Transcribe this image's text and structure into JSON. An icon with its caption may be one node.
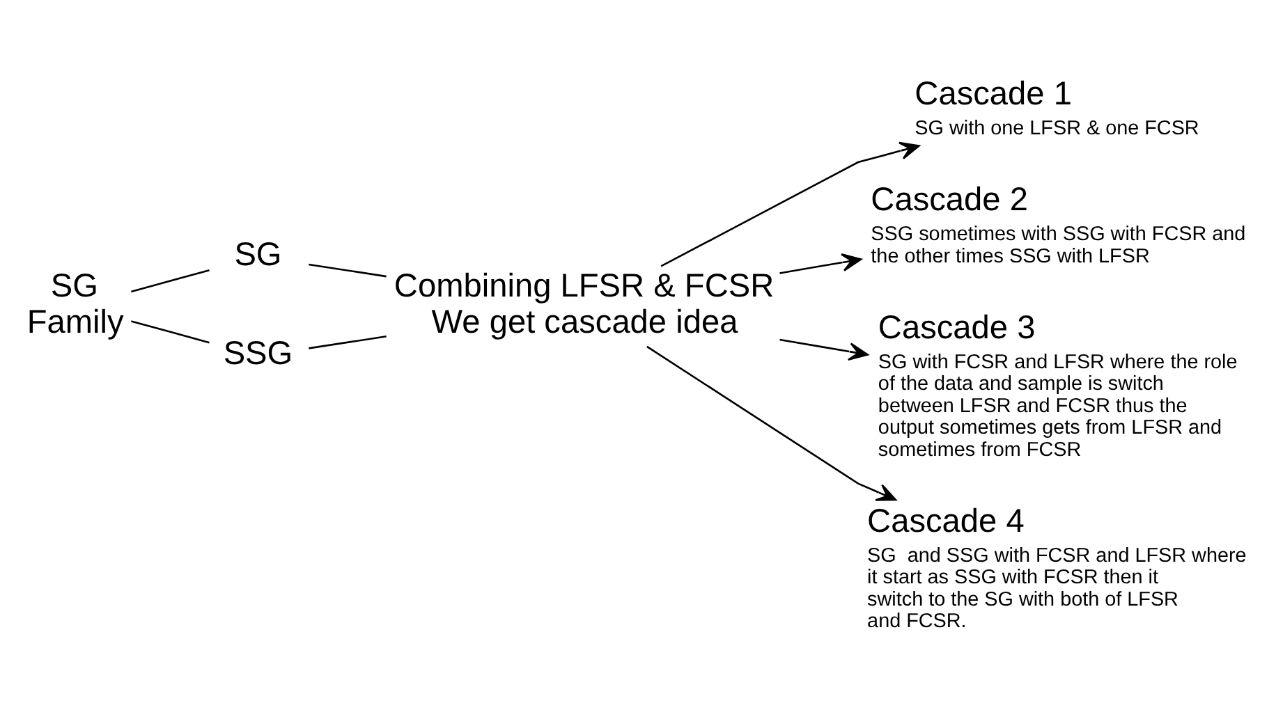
{
  "diagram": {
    "nodes": [
      {
        "text": [
          "SG Family"
        ]
      },
      {
        "text": [
          "SG"
        ]
      },
      {
        "text": [
          "SSG"
        ]
      },
      {
        "text": [
          "Combining LFSR & FCSR We get cascade idea"
        ]
      },
      {
        "text": [
          "Cascade 1",
          "SG with one LFSR & one FCSR"
        ]
      },
      {
        "text": [
          "Cascade 2",
          "SSG sometimes with SSG with FCSR and the other times SSG with LFSR"
        ]
      },
      {
        "text": [
          "Cascade 3",
          "SG with FCSR and LFSR where the role of the data and sample is switch between LFSR and FCSR thus the output sometimes gets from LFSR and sometimes from FCSR"
        ]
      },
      {
        "text": [
          "Cascade 4",
          "SG  and SSG with FCSR and LFSR where  it start as SSG with FCSR then it switch to the SG with both of LFSR and FCSR."
        ]
      }
    ],
    "edges": [
      {
        "from": 0,
        "to": 1,
        "arrow": "none"
      },
      {
        "from": 0,
        "to": 2,
        "arrow": "none"
      },
      {
        "from": 1,
        "to": 3,
        "arrow": "none"
      },
      {
        "from": 2,
        "to": 3,
        "arrow": "none"
      },
      {
        "from": 3,
        "to": 4,
        "arrow": "to"
      },
      {
        "from": 3,
        "to": 5,
        "arrow": "to"
      },
      {
        "from": 3,
        "to": 6,
        "arrow": "to"
      },
      {
        "from": 3,
        "to": 7,
        "arrow": "to"
      }
    ]
  }
}
